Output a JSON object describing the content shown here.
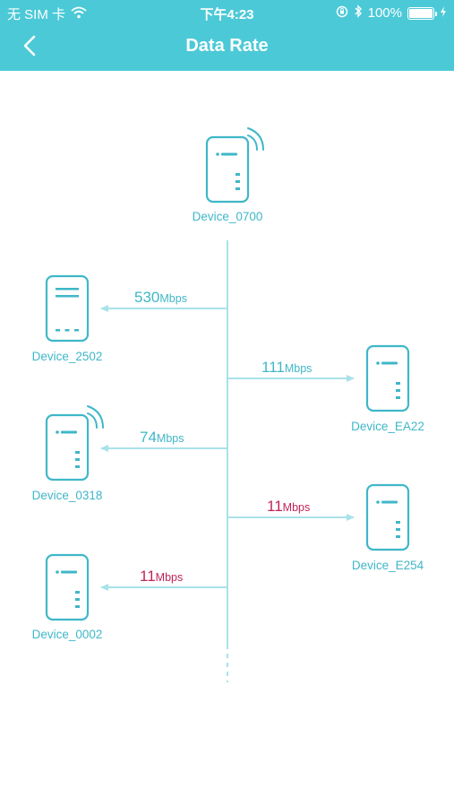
{
  "status_bar": {
    "carrier": "无 SIM 卡",
    "time": "下午4:23",
    "battery": "100%"
  },
  "header": {
    "title": "Data Rate"
  },
  "colors": {
    "accent": "#4cc9d7",
    "device": "#3fb7c8",
    "low_rate": "#c0245b",
    "line": "#a9e2ea"
  },
  "root_device": {
    "name": "Device_0700"
  },
  "links": [
    {
      "device": "Device_2502",
      "rate": "530",
      "unit": "Mbps"
    },
    {
      "device": "Device_EA22",
      "rate": "111",
      "unit": "Mbps"
    },
    {
      "device": "Device_0318",
      "rate": "74",
      "unit": "Mbps"
    },
    {
      "device": "Device_E254",
      "rate": "11",
      "unit": "Mbps"
    },
    {
      "device": "Device_0002",
      "rate": "11",
      "unit": "Mbps"
    }
  ]
}
